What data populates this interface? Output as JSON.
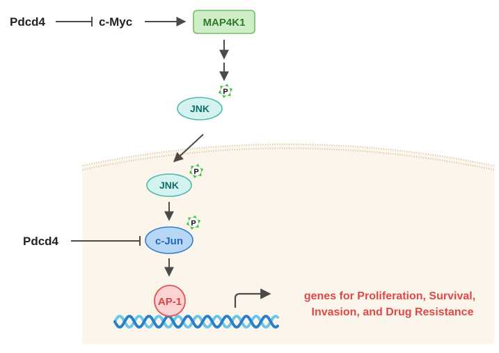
{
  "nodes": {
    "pdcd4_top": "Pdcd4",
    "cmyc": "c-Myc",
    "map4k1": "MAP4K1",
    "jnk_outer": "JNK",
    "jnk_inner": "JNK",
    "cjun": "c-Jun",
    "pdcd4_bottom": "Pdcd4",
    "ap1": "AP-1",
    "phospho_label": "P"
  },
  "outcome": {
    "line1": "genes for Proliferation, Survival,",
    "line2": "Invasion, and Drug Resistance"
  },
  "colors": {
    "map4k1_fill": "#cfeec8",
    "map4k1_stroke": "#6fbf63",
    "map4k1_text": "#2f7a2a",
    "jnk_fill": "#d3f2f0",
    "jnk_stroke": "#4cb8b0",
    "jnk_text": "#0f6e6a",
    "cjun_fill": "#b8d6f5",
    "cjun_stroke": "#2f7fd0",
    "cjun_text": "#1c68c0",
    "ap1_fill": "#fcd3d3",
    "ap1_stroke": "#e05555",
    "ap1_text": "#d94444",
    "phospho_badge": "#3cc03c",
    "cell_fill": "#fbf5eb",
    "membrane": "#d8c6a3",
    "dna_dark": "#2a7fc9",
    "dna_light": "#6cc6ea",
    "outcome_text": "#e04848",
    "arrow": "#4a4a4a"
  }
}
